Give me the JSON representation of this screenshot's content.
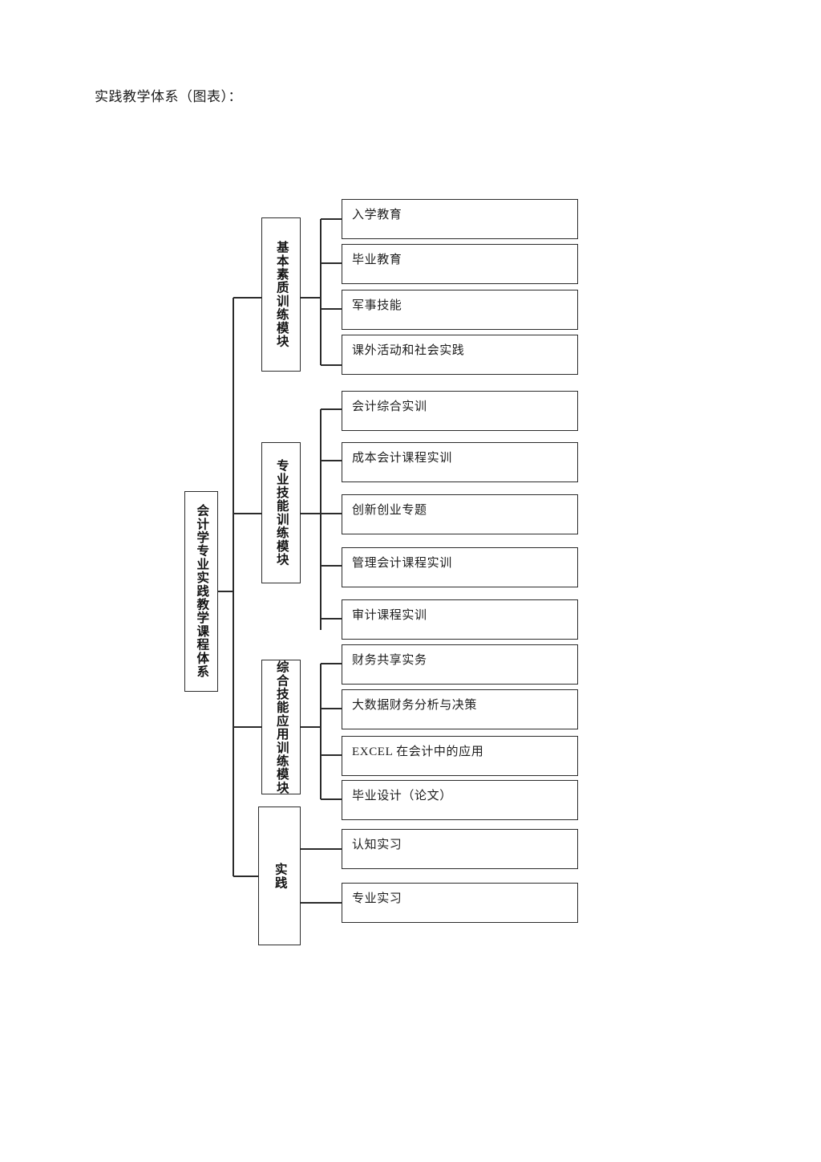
{
  "document": {
    "heading": "实践教学体系（图表）："
  },
  "diagram": {
    "type": "tree-org-chart",
    "orientation": "left-to-right",
    "line_color": "#2b2b2b",
    "box_border_color": "#2b2b2b",
    "box_fill_color": "#ffffff",
    "root": {
      "label": "会计学专业实践教学课程体系",
      "orientation": "vertical-text"
    },
    "modules": [
      {
        "label": "基本素质训练模块",
        "orientation": "vertical-text",
        "leaves": [
          {
            "label": "入学教育"
          },
          {
            "label": "毕业教育"
          },
          {
            "label": "军事技能"
          },
          {
            "label": "课外活动和社会实践"
          }
        ]
      },
      {
        "label": "专业技能训练模块",
        "orientation": "vertical-text",
        "leaves": [
          {
            "label": "会计综合实训"
          },
          {
            "label": "成本会计课程实训"
          },
          {
            "label": "创新创业专题"
          },
          {
            "label": "管理会计课程实训"
          },
          {
            "label": "审计课程实训"
          }
        ]
      },
      {
        "label": "综合技能应用训练模块",
        "orientation": "vertical-text",
        "leaves": [
          {
            "label": "财务共享实务"
          },
          {
            "label": "大数据财务分析与决策"
          },
          {
            "label": "EXCEL 在会计中的应用"
          },
          {
            "label": "毕业设计（论文）"
          }
        ]
      },
      {
        "label": "实践",
        "orientation": "vertical-text",
        "leaves": [
          {
            "label": "认知实习"
          },
          {
            "label": "专业实习"
          }
        ]
      }
    ]
  }
}
